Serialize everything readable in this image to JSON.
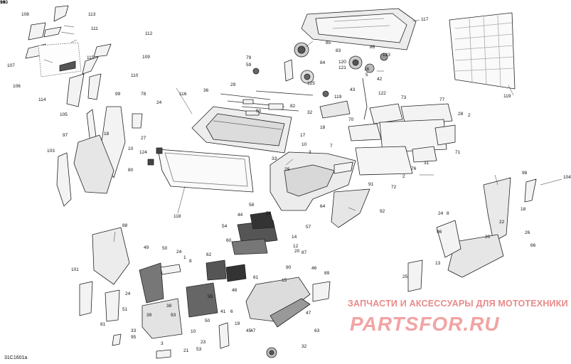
{
  "diagram": {
    "code": "31C1601a",
    "watermark": {
      "tagline": "ЗАПЧАСТИ И АКСЕССУАРЫ ДЛЯ МОТОТЕХНИКИ",
      "logo": "PARTSFOR.RU"
    },
    "callouts": [
      "108",
      "113",
      "111",
      "107",
      "106",
      "112",
      "115",
      "109",
      "110",
      "114",
      "99",
      "78",
      "24",
      "116",
      "36",
      "29",
      "125",
      "105",
      "18",
      "27",
      "97",
      "10",
      "103",
      "80",
      "124",
      "118",
      "79",
      "59",
      "117",
      "85",
      "83",
      "86",
      "123",
      "84",
      "120",
      "121",
      "16",
      "5",
      "42",
      "43",
      "122",
      "119",
      "82",
      "50",
      "32",
      "119",
      "73",
      "77",
      "28",
      "2",
      "70",
      "18",
      "17",
      "10",
      "3",
      "7",
      "33",
      "29",
      "31",
      "71",
      "76",
      "2",
      "91",
      "72",
      "64",
      "98",
      "104",
      "92",
      "18",
      "58",
      "44",
      "54",
      "56",
      "57",
      "24",
      "8",
      "22",
      "26",
      "96",
      "20",
      "66",
      "13",
      "88",
      "49",
      "50",
      "24",
      "62",
      "60",
      "12",
      "20",
      "15",
      "87",
      "101",
      "1",
      "8",
      "46",
      "89",
      "90",
      "61",
      "55",
      "48",
      "24",
      "51",
      "47",
      "38",
      "93",
      "39",
      "6",
      "50",
      "41",
      "81",
      "33",
      "95",
      "3",
      "21",
      "10",
      "23",
      "53",
      "47",
      "19",
      "45",
      "63",
      "32",
      "14",
      "25",
      "100",
      "94",
      "13",
      "102"
    ]
  }
}
